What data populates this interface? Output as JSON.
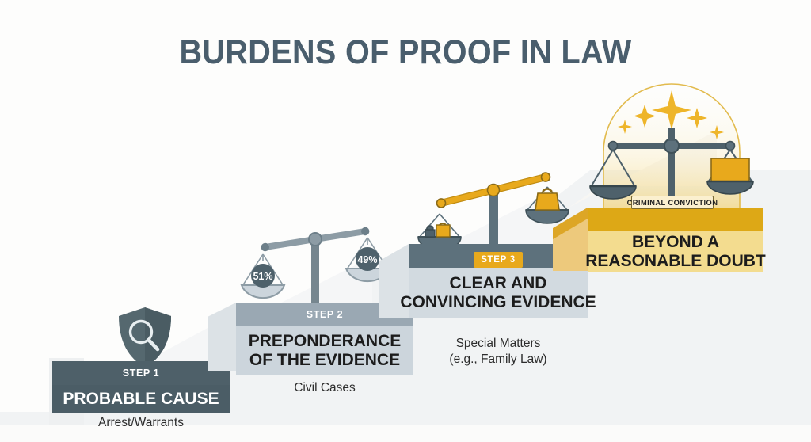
{
  "page": {
    "title": "BURDENS OF PROOF IN LAW",
    "background_color": "#fdfdfc",
    "title_color": "#4a5e6d"
  },
  "palette": {
    "slate_dark": "#4e6069",
    "slate_mid": "#5d717c",
    "slate_light": "#9aa8b3",
    "panel_light": "#ccd5dc",
    "gold": "#e8a91c",
    "gold_dark": "#d9a017",
    "gold_light": "#f3dc8f",
    "text_dark": "#1c1c1c",
    "text_white": "#ffffff"
  },
  "steps": [
    {
      "step_label": "STEP 1",
      "title_line1": "PROBABLE CAUSE",
      "title_line2": "",
      "caption_line1": "Arrest/Warrants",
      "caption_line2": "",
      "icon": "shield-magnifier-icon"
    },
    {
      "step_label": "STEP 2",
      "title_line1": "PREPONDERANCE",
      "title_line2": "OF THE EVIDENCE",
      "caption_line1": "Civil Cases",
      "caption_line2": "",
      "icon": "balance-scale-percent-icon",
      "scale_left_value": "51%",
      "scale_right_value": "49%"
    },
    {
      "step_label": "STEP 3",
      "title_line1": "CLEAR AND",
      "title_line2": "CONVINCING EVIDENCE",
      "caption_line1": "Special Matters",
      "caption_line2": "(e.g., Family Law)",
      "icon": "balance-scale-weights-icon"
    },
    {
      "step_label": "CRIMINAL CONVICTION",
      "title_line1": "BEYOND A",
      "title_line2": "REASONABLE DOUBT",
      "caption_line1": "",
      "caption_line2": "",
      "icon": "balance-scale-halo-icon"
    }
  ]
}
